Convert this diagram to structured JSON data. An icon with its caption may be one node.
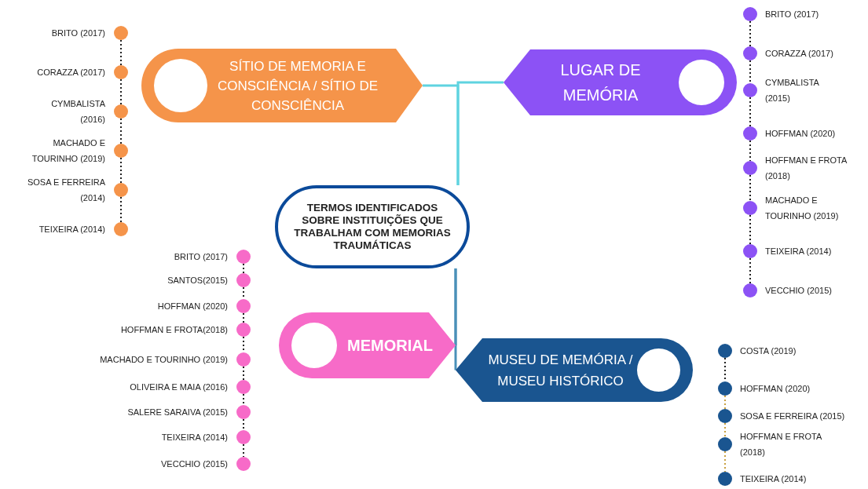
{
  "diagram": {
    "nodes": [
      {
        "text": [
          "TERMOS IDENTIFICADOS SOBRE INSTITUIÇÕES QUE TRABALHAM COM MEMORIAS TRAUMÁTICAS"
        ]
      },
      {
        "text": [
          "SÍTIO DE MEMORIA E CONSCIÊNCIA / SÍTIO DE CONSCIÊNCIA"
        ]
      },
      {
        "text": [
          "LUGAR DE MEMÓRIA"
        ]
      },
      {
        "text": [
          "MEMORIAL"
        ]
      },
      {
        "text": [
          "MUSEU DE MEMÓRIA / MUSEU HISTÓRICO"
        ]
      },
      {
        "text": [],
        "shape": "circle",
        "beside": [
          "BRITO (2017)"
        ]
      },
      {
        "text": [],
        "shape": "circle",
        "beside": [
          "CORAZZA (2017)"
        ]
      },
      {
        "text": [],
        "shape": "circle",
        "beside": [
          "CYMBALISTA (2016)"
        ]
      },
      {
        "text": [],
        "shape": "circle",
        "beside": [
          "MACHADO E TOURINHO (2019)"
        ]
      },
      {
        "text": [],
        "shape": "circle",
        "beside": [
          "SOSA E FERREIRA (2014)"
        ]
      },
      {
        "text": [],
        "shape": "circle",
        "beside": [
          "TEIXEIRA (2014)"
        ]
      },
      {
        "text": [],
        "shape": "circle",
        "beside": [
          "BRITO (2017)"
        ]
      },
      {
        "text": [],
        "shape": "circle",
        "beside": [
          "CORAZZA (2017)"
        ]
      },
      {
        "text": [],
        "shape": "circle",
        "beside": [
          "CYMBALISTA (2015)"
        ]
      },
      {
        "text": [],
        "shape": "circle",
        "beside": [
          "HOFFMAN (2020)"
        ]
      },
      {
        "text": [],
        "shape": "circle",
        "beside": [
          "HOFFMAN E FROTA (2018)"
        ]
      },
      {
        "text": [],
        "shape": "circle",
        "beside": [
          "MACHADO E TOURINHO (2019)"
        ]
      },
      {
        "text": [],
        "shape": "circle",
        "beside": [
          "TEIXEIRA (2014)"
        ]
      },
      {
        "text": [],
        "shape": "circle",
        "beside": [
          "VECCHIO (2015)"
        ]
      },
      {
        "text": [],
        "shape": "circle",
        "beside": [
          "BRITO (2017)"
        ]
      },
      {
        "text": [],
        "shape": "circle",
        "beside": [
          "SANTOS(2015)"
        ]
      },
      {
        "text": [],
        "shape": "circle",
        "beside": [
          "HOFFMAN (2020)"
        ]
      },
      {
        "text": [],
        "shape": "circle",
        "beside": [
          "HOFFMAN E FROTA(2018)"
        ]
      },
      {
        "text": [],
        "shape": "circle",
        "beside": [
          "MACHADO E TOURINHO (2019)"
        ]
      },
      {
        "text": [],
        "shape": "circle",
        "beside": [
          "OLIVEIRA E MAIA (2016)"
        ]
      },
      {
        "text": [],
        "shape": "circle",
        "beside": [
          "SALERE SARAIVA (2015)"
        ]
      },
      {
        "text": [],
        "shape": "circle",
        "beside": [
          "TEIXEIRA (2014)"
        ]
      },
      {
        "text": [],
        "shape": "circle",
        "beside": [
          "VECCHIO (2015)"
        ]
      },
      {
        "text": [],
        "shape": "circle",
        "beside": [
          "COSTA (2019)"
        ]
      },
      {
        "text": [],
        "shape": "circle",
        "beside": [
          "HOFFMAN (2020)"
        ]
      },
      {
        "text": [],
        "shape": "circle",
        "beside": [
          "SOSA E FERREIRA (2015)"
        ]
      },
      {
        "text": [],
        "shape": "circle",
        "beside": [
          "HOFFMAN E FROTA (2018)"
        ]
      },
      {
        "text": [],
        "shape": "circle",
        "beside": [
          "TEIXEIRA (2014)"
        ]
      }
    ],
    "edges": [
      {
        "from": 0,
        "to": 1,
        "arrow": "none",
        "color": "#5fd3e0"
      },
      {
        "from": 0,
        "to": 2,
        "arrow": "none",
        "color": "#5fd3e0"
      },
      {
        "from": 0,
        "to": 3,
        "arrow": "none",
        "color": "#4a90b8"
      },
      {
        "from": 0,
        "to": 4,
        "arrow": "none",
        "color": "#4a90b8"
      },
      {
        "from": 5,
        "to": 6,
        "arrow": "none",
        "style": "dashed"
      },
      {
        "from": 6,
        "to": 7,
        "arrow": "none",
        "style": "dashed"
      },
      {
        "from": 7,
        "to": 8,
        "arrow": "none",
        "style": "dashed"
      },
      {
        "from": 8,
        "to": 9,
        "arrow": "none",
        "style": "dashed"
      },
      {
        "from": 9,
        "to": 10,
        "arrow": "none",
        "style": "dashed"
      },
      {
        "from": 11,
        "to": 12,
        "arrow": "none",
        "style": "dashed"
      },
      {
        "from": 12,
        "to": 13,
        "arrow": "none",
        "style": "dashed"
      },
      {
        "from": 13,
        "to": 14,
        "arrow": "none",
        "style": "dashed"
      },
      {
        "from": 14,
        "to": 15,
        "arrow": "none",
        "style": "dashed"
      },
      {
        "from": 15,
        "to": 16,
        "arrow": "none",
        "style": "dashed"
      },
      {
        "from": 16,
        "to": 17,
        "arrow": "none",
        "style": "dashed"
      },
      {
        "from": 17,
        "to": 18,
        "arrow": "none",
        "style": "dashed"
      },
      {
        "from": 19,
        "to": 20,
        "arrow": "none",
        "style": "dashed"
      },
      {
        "from": 20,
        "to": 21,
        "arrow": "none",
        "style": "dashed"
      },
      {
        "from": 21,
        "to": 22,
        "arrow": "none",
        "style": "dashed"
      },
      {
        "from": 22,
        "to": 23,
        "arrow": "none",
        "style": "dashed"
      },
      {
        "from": 23,
        "to": 24,
        "arrow": "none",
        "style": "dashed"
      },
      {
        "from": 24,
        "to": 25,
        "arrow": "none",
        "style": "dashed"
      },
      {
        "from": 25,
        "to": 26,
        "arrow": "none",
        "style": "dashed"
      },
      {
        "from": 26,
        "to": 27,
        "arrow": "none",
        "style": "dashed"
      },
      {
        "from": 28,
        "to": 29,
        "arrow": "none",
        "style": "dashed"
      },
      {
        "from": 29,
        "to": 30,
        "arrow": "none",
        "style": "dashed",
        "color": "#c8a040"
      },
      {
        "from": 30,
        "to": 31,
        "arrow": "none",
        "style": "dashed",
        "color": "#c8a040"
      },
      {
        "from": 31,
        "to": 32,
        "arrow": "none",
        "style": "dashed",
        "color": "#c8a040"
      }
    ]
  }
}
